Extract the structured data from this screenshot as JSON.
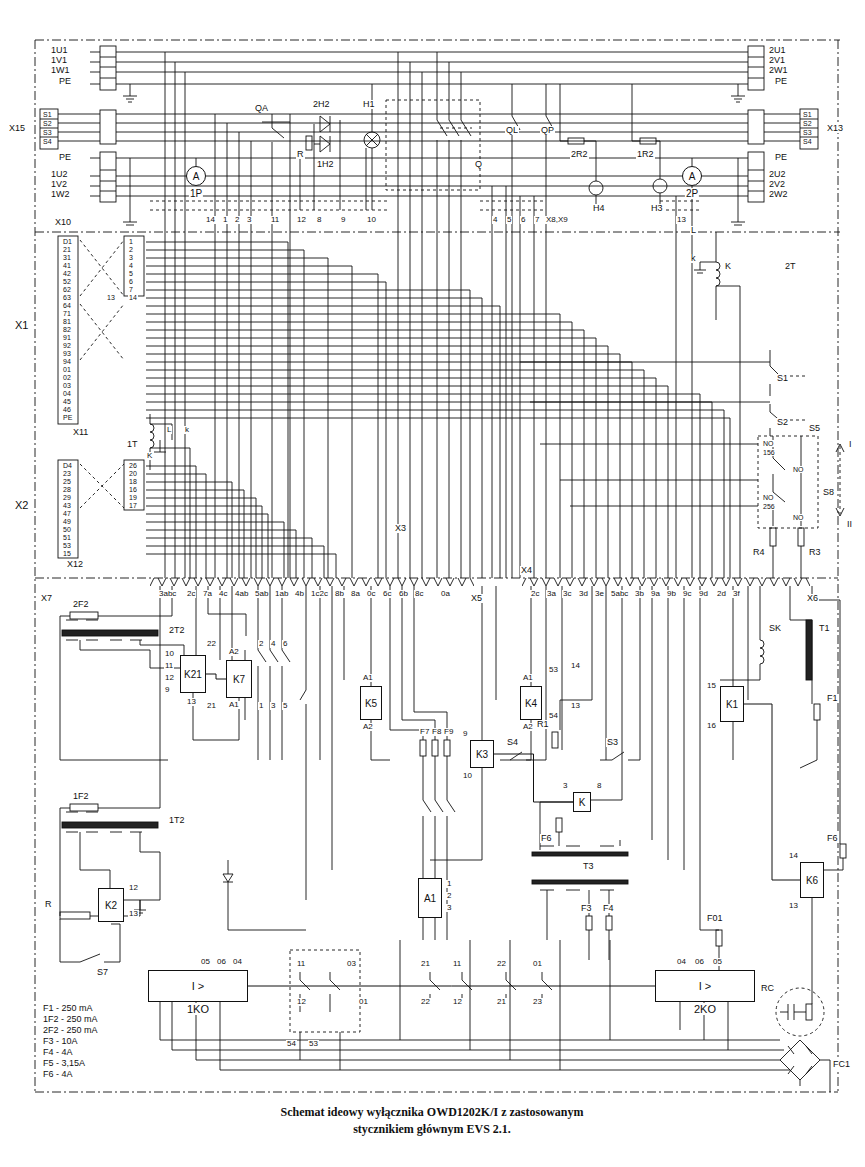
{
  "diagram": {
    "caption": "Schemat ideowy wyłącznika OWD1202K/I z zastosowanym stycznikiem głównym EVS 2.1.",
    "nodes": [
      {
        "text": [
          "A",
          "1P"
        ]
      },
      {
        "text": [
          "A",
          "2P"
        ]
      },
      {
        "text": [
          "K21"
        ]
      },
      {
        "text": [
          "K7"
        ]
      },
      {
        "text": [
          "K5"
        ]
      },
      {
        "text": [
          "K4"
        ]
      },
      {
        "text": [
          "K3"
        ]
      },
      {
        "text": [
          "K"
        ]
      },
      {
        "text": [
          "K1"
        ]
      },
      {
        "text": [
          "K2"
        ]
      },
      {
        "text": [
          "A1"
        ]
      },
      {
        "text": [
          "K6"
        ]
      },
      {
        "text": [
          "I >",
          "1KO"
        ]
      },
      {
        "text": [
          "I >",
          "2KO"
        ]
      }
    ],
    "edges": [
      {
        "from": 2,
        "to": 3,
        "arrow": "none"
      },
      {
        "from": 6,
        "to": 7,
        "arrow": "none"
      },
      {
        "from": 8,
        "to": 11,
        "arrow": "none"
      },
      {
        "from": 12,
        "to": 13,
        "arrow": "none"
      }
    ],
    "labels": [
      "1U1",
      "1V1",
      "1W1",
      "PE",
      "X15",
      "S1",
      "S2",
      "S3",
      "S4",
      "PE",
      "1U2",
      "1V2",
      "1W2",
      "X10",
      "2U1",
      "2V1",
      "2W1",
      "PE",
      "X13",
      "S1",
      "S2",
      "S3",
      "S4",
      "PE",
      "2U2",
      "2V2",
      "2W2",
      "QA",
      "2H2",
      "H1",
      "R",
      "1H2",
      "Q",
      "QL",
      "QP",
      "2R2",
      "1R2",
      "H4",
      "H3",
      "X8,X9",
      "14",
      "1",
      "2",
      "3",
      "11",
      "12",
      "8",
      "9",
      "10",
      "4",
      "5",
      "6",
      "7",
      "13",
      "L",
      "k",
      "K",
      "2T",
      "D1",
      "21",
      "31",
      "41",
      "42",
      "52",
      "62",
      "63",
      "64",
      "71",
      "81",
      "82",
      "91",
      "92",
      "93",
      "94",
      "01",
      "02",
      "03",
      "04",
      "45",
      "46",
      "PE",
      "1",
      "2",
      "3",
      "4",
      "5",
      "6",
      "7",
      "13",
      "14",
      "X1",
      "X11",
      "1T",
      "L",
      "k",
      "K",
      "D4",
      "23",
      "25",
      "28",
      "29",
      "43",
      "47",
      "49",
      "50",
      "51",
      "53",
      "15",
      "26",
      "20",
      "18",
      "16",
      "19",
      "17",
      "X2",
      "X12",
      "X3",
      "X4",
      "X5",
      "X6",
      "X7",
      "3abc",
      "2c",
      "7a",
      "4c",
      "4ab",
      "5ab",
      "1ab",
      "4b",
      "1c2c",
      "8b",
      "8a",
      "0c",
      "6c",
      "6b",
      "8c",
      "0a",
      "2c",
      "3a",
      "3c",
      "3d",
      "3e",
      "5abc",
      "3b",
      "9a",
      "9b",
      "9c",
      "9d",
      "2d",
      "3f",
      "S1",
      "S2",
      "S5",
      "S8",
      "NO",
      "156",
      "NO",
      "NO",
      "256",
      "NO",
      "R4",
      "R3",
      "I",
      "II",
      "2F2",
      "2T2",
      "1F2",
      "1T2",
      "R",
      "S7",
      "F7",
      "F8",
      "F9",
      "S4",
      "R1",
      "S3",
      "SK",
      "T1",
      "F1",
      "F6",
      "T3",
      "F3",
      "F4",
      "F6",
      "F01",
      "RC",
      "FC1",
      "10",
      "11",
      "12",
      "9",
      "13",
      "A2",
      "A1",
      "22",
      "21",
      "2",
      "4",
      "6",
      "1",
      "3",
      "5",
      "A1",
      "A2",
      "A1",
      "A2",
      "53",
      "54",
      "14",
      "13",
      "9",
      "10",
      "3",
      "8",
      "15",
      "16",
      "14",
      "13",
      "12",
      "13",
      "1",
      "2",
      "3",
      "05",
      "06",
      "04",
      "54",
      "53",
      "11",
      "12",
      "03",
      "01",
      "21",
      "22",
      "12",
      "11",
      "22",
      "21",
      "01",
      "23",
      "04",
      "06",
      "05",
      "F1 - 250 mA",
      "1F2 - 250 mA",
      "2F2 - 250 mA",
      "F3 - 10A",
      "F4 - 4A",
      "F5 - 3,15A",
      "F6 - 4A"
    ]
  }
}
